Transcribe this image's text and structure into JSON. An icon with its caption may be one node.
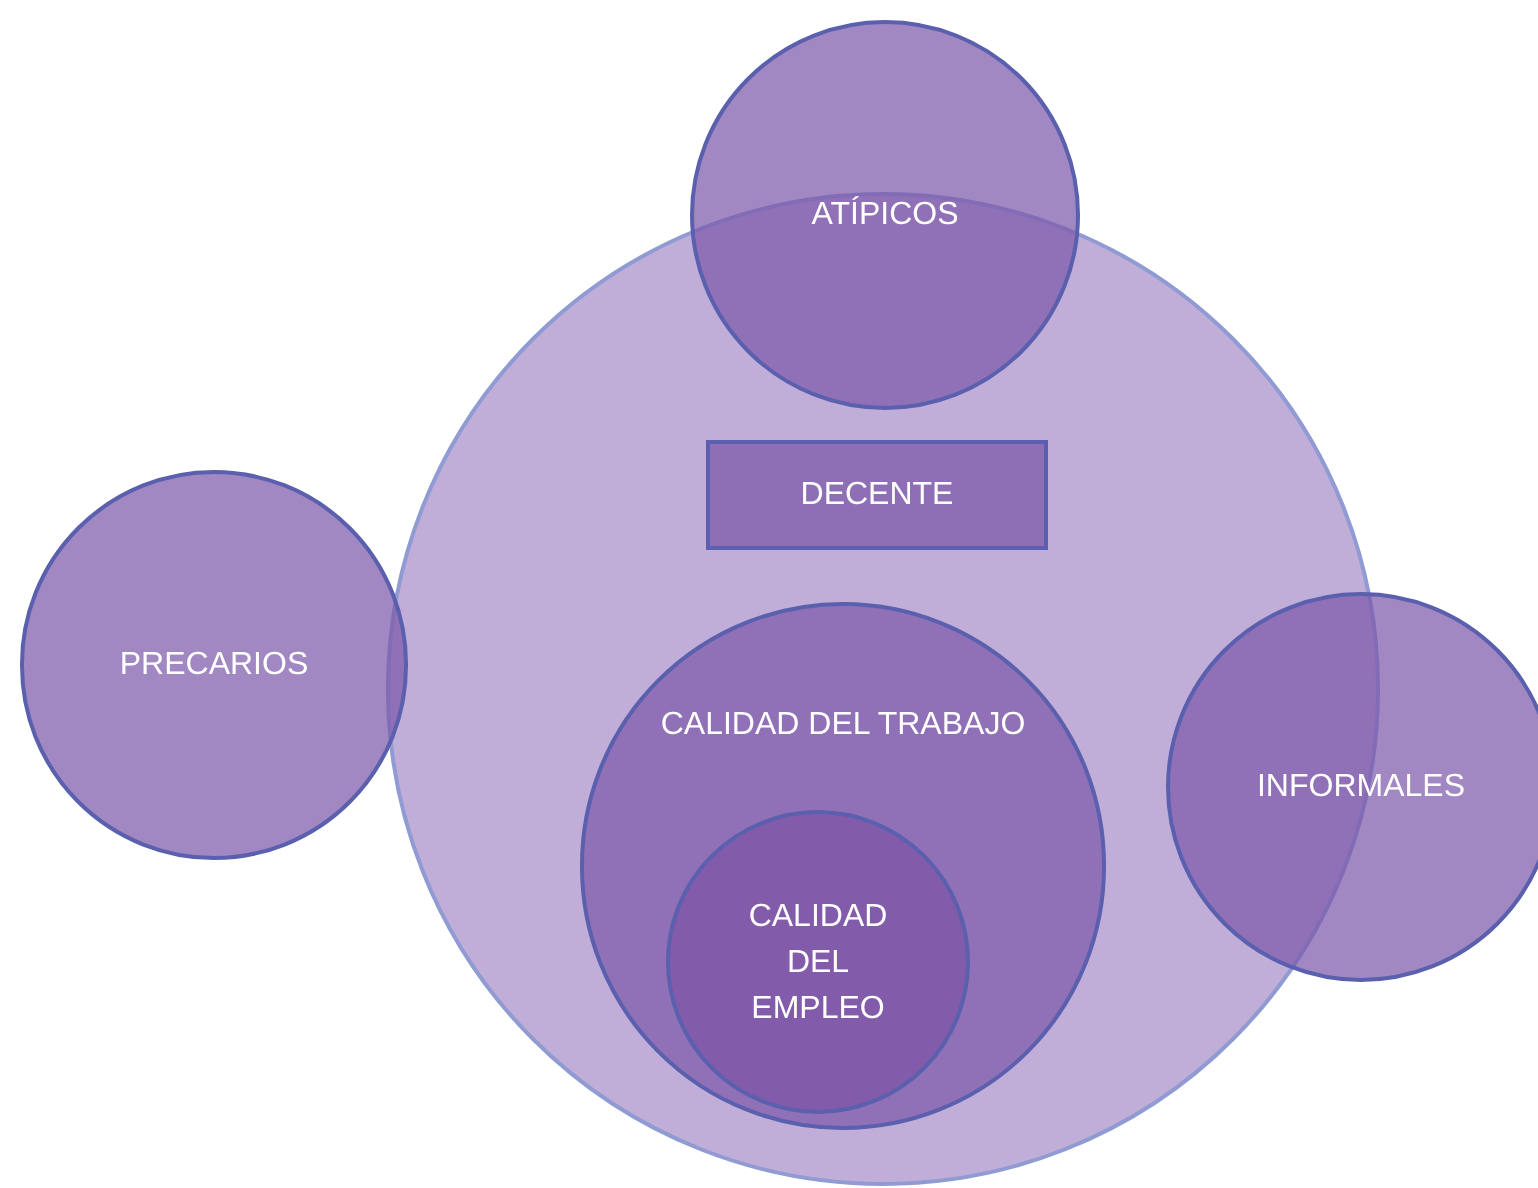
{
  "diagram": {
    "nodes": [
      {
        "text": [],
        "shape": "circle"
      },
      {
        "text": [
          "ATÍPICOS"
        ]
      },
      {
        "text": [
          "DECENTE"
        ],
        "in": 0
      },
      {
        "text": [
          "PRECARIOS"
        ]
      },
      {
        "text": [
          "CALIDAD DEL TRABAJO"
        ],
        "in": 0
      },
      {
        "text": [
          "CALIDAD DEL EMPLEO"
        ],
        "in": 4
      },
      {
        "text": [
          "INFORMALES"
        ]
      }
    ]
  }
}
